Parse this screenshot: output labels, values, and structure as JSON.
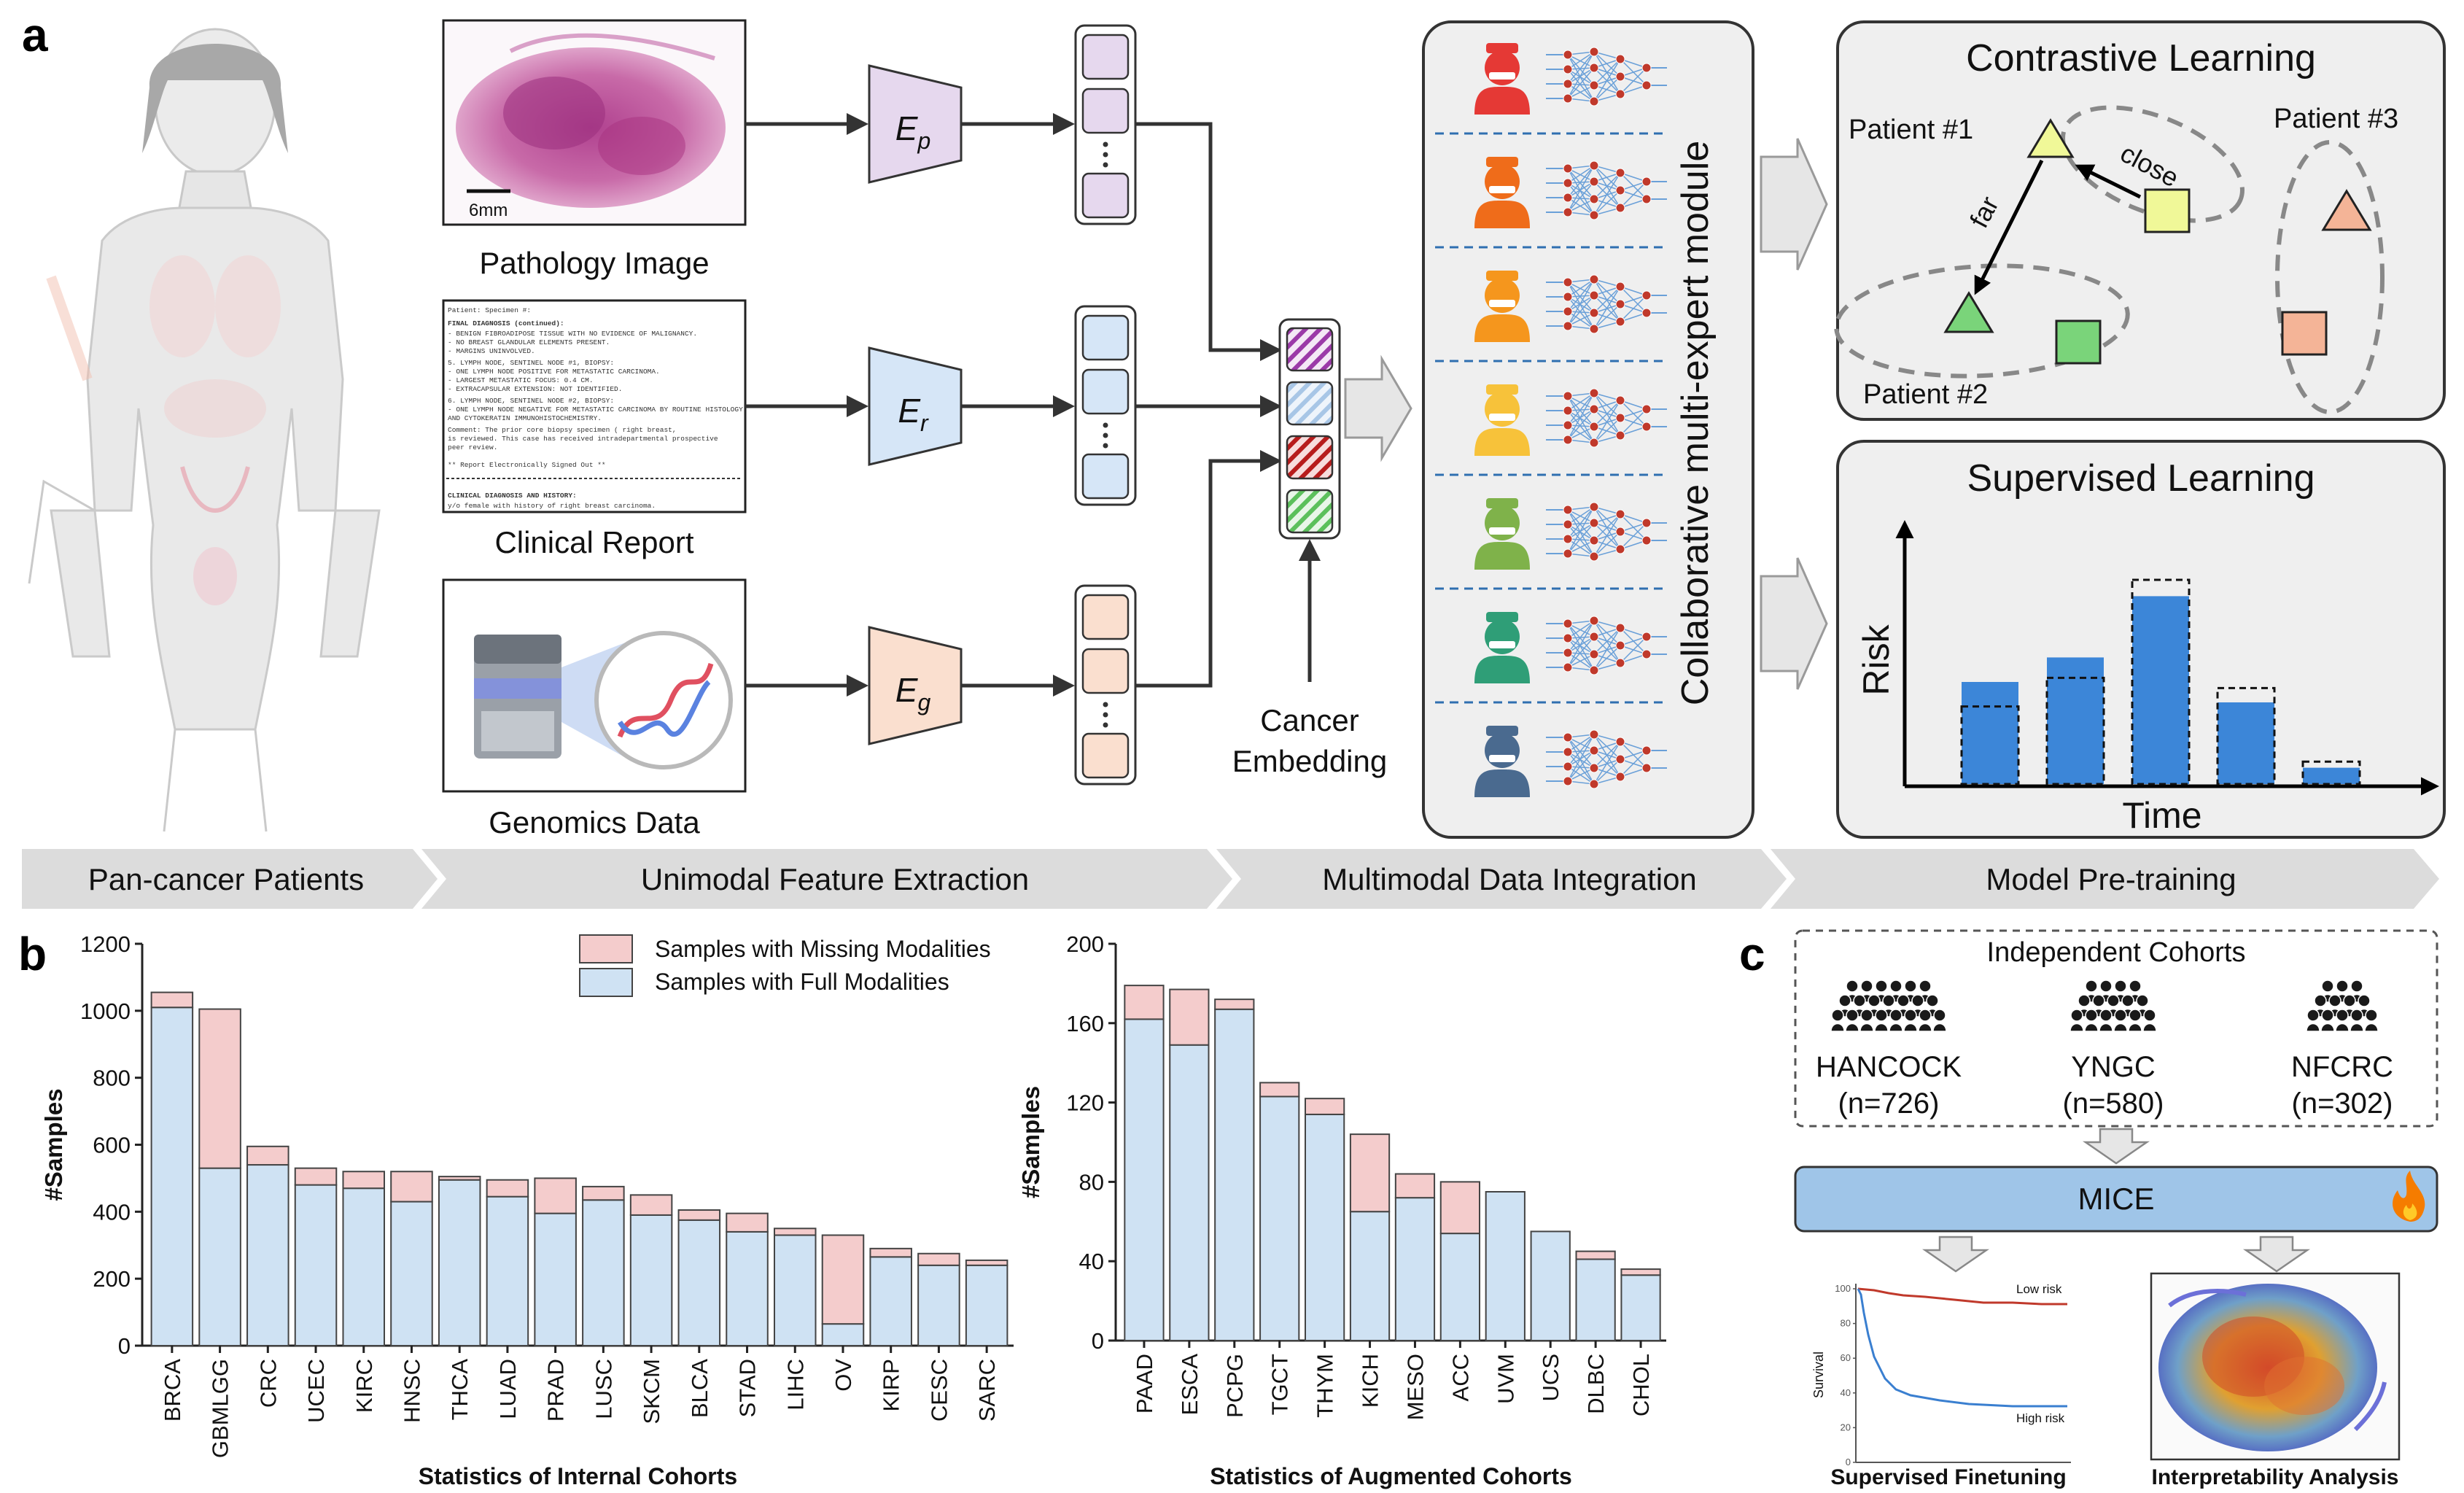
{
  "panel_a": {
    "letter": "a",
    "inputs": [
      {
        "caption": "Pathology Image",
        "encoder_base": "E",
        "encoder_sub": "p",
        "scale_bar": "6mm"
      },
      {
        "caption": "Clinical Report",
        "encoder_base": "E",
        "encoder_sub": "r"
      },
      {
        "caption": "Genomics Data",
        "encoder_base": "E",
        "encoder_sub": "g"
      }
    ],
    "report_lines": [
      "Patient:                              Specimen #:",
      "FINAL DIAGNOSIS (continued):",
      "  - BENIGN FIBROADIPOSE TISSUE WITH NO EVIDENCE OF MALIGNANCY.",
      "  - NO BREAST GLANDULAR ELEMENTS PRESENT.",
      "  - MARGINS UNINVOLVED.",
      "5. LYMPH NODE, SENTINEL NODE #1, BIOPSY:",
      "  - ONE LYMPH NODE POSITIVE FOR METASTATIC CARCINOMA.",
      "  - LARGEST METASTATIC FOCUS: 0.4 CM.",
      "  - EXTRACAPSULAR EXTENSION: NOT IDENTIFIED.",
      "6. LYMPH NODE, SENTINEL NODE #2, BIOPSY:",
      "  - ONE LYMPH NODE NEGATIVE FOR METASTATIC CARCINOMA BY ROUTINE HISTOLOGY",
      "    AND CYTOKERATIN IMMUNOHISTOCHEMISTRY.",
      "Comment: The prior core biopsy specimen (          right breast,",
      "   is reviewed. This case has received intradepartmental prospective",
      "peer review.",
      "          **  Report Electronically Signed Out  **",
      "CLINICAL DIAGNOSIS AND HISTORY:",
      "y/o female with history of right breast carcinoma."
    ],
    "cancer_embedding_label": [
      "Cancer",
      "Embedding"
    ],
    "module_label": "Collaborative multi-expert module",
    "expert_colors": [
      "#e53935",
      "#ef6c1a",
      "#f5961d",
      "#f7c23a",
      "#7fb24a",
      "#2f9e77",
      "#4a6a8f"
    ],
    "contrastive": {
      "title": "Contrastive Learning",
      "patient1": "Patient #1",
      "patient2": "Patient #2",
      "patient3": "Patient #3",
      "close": "close",
      "far": "far"
    },
    "supervised": {
      "title": "Supervised Learning",
      "ylabel": "Risk",
      "xlabel": "Time",
      "bars": [
        0.5,
        0.62,
        0.92,
        0.4,
        0.08
      ],
      "dashed": [
        0.38,
        0.52,
        1.0,
        0.47,
        0.11
      ]
    },
    "stages": [
      "Pan-cancer Patients",
      "Unimodal Feature Extraction",
      "Multimodal Data Integration",
      "Model Pre-training"
    ]
  },
  "panel_b": {
    "letter": "b",
    "legend": {
      "missing": "Samples with Missing Modalities",
      "full": "Samples with Full Modalities"
    },
    "colors": {
      "missing": "#f4cccc",
      "full": "#cfe2f3"
    }
  },
  "chart_data": [
    {
      "type": "bar",
      "stacked": true,
      "title": "Statistics of Internal Cohorts",
      "xlabel": "",
      "ylabel": "#Samples",
      "ylim": [
        0,
        1200
      ],
      "yticks": [
        0,
        200,
        400,
        600,
        800,
        1000,
        1200
      ],
      "categories": [
        "BRCA",
        "GBMLGG",
        "CRC",
        "UCEC",
        "KIRC",
        "HNSC",
        "THCA",
        "LUAD",
        "PRAD",
        "LUSC",
        "SKCM",
        "BLCA",
        "STAD",
        "LIHC",
        "OV",
        "KIRP",
        "CESC",
        "SARC"
      ],
      "series": [
        {
          "name": "Samples with Full Modalities",
          "values": [
            1010,
            530,
            540,
            480,
            470,
            430,
            495,
            445,
            395,
            435,
            390,
            375,
            340,
            330,
            65,
            265,
            240,
            240
          ]
        },
        {
          "name": "Samples with Missing Modalities",
          "values": [
            45,
            475,
            55,
            50,
            50,
            90,
            10,
            50,
            105,
            40,
            60,
            30,
            55,
            20,
            265,
            25,
            35,
            15
          ]
        }
      ]
    },
    {
      "type": "bar",
      "stacked": true,
      "title": "Statistics of Augmented Cohorts",
      "xlabel": "",
      "ylabel": "#Samples",
      "ylim": [
        0,
        200
      ],
      "yticks": [
        0,
        40,
        80,
        120,
        160,
        200
      ],
      "categories": [
        "PAAD",
        "ESCA",
        "PCPG",
        "TGCT",
        "THYM",
        "KICH",
        "MESO",
        "ACC",
        "UVM",
        "UCS",
        "DLBC",
        "CHOL"
      ],
      "series": [
        {
          "name": "Samples with Full Modalities",
          "values": [
            162,
            149,
            167,
            123,
            114,
            65,
            72,
            54,
            75,
            55,
            41,
            33
          ]
        },
        {
          "name": "Samples with Missing Modalities",
          "values": [
            17,
            28,
            5,
            7,
            8,
            39,
            12,
            26,
            0,
            0,
            4,
            3
          ]
        }
      ]
    }
  ],
  "panel_c": {
    "letter": "c",
    "box_title": "Independent Cohorts",
    "cohorts": [
      {
        "name": "HANCOCK",
        "n": "(n=726)"
      },
      {
        "name": "YNGC",
        "n": "(n=580)"
      },
      {
        "name": "NFCRC",
        "n": "(n=302)"
      }
    ],
    "model": "MICE",
    "finetune_caption": "Supervised Finetuning",
    "interp_caption": "Interpretability Analysis",
    "km": {
      "ylabel": "Survival",
      "low": "Low risk",
      "high": "High risk",
      "yticks": [
        "0",
        "20",
        "40",
        "60",
        "80",
        "100"
      ]
    }
  }
}
